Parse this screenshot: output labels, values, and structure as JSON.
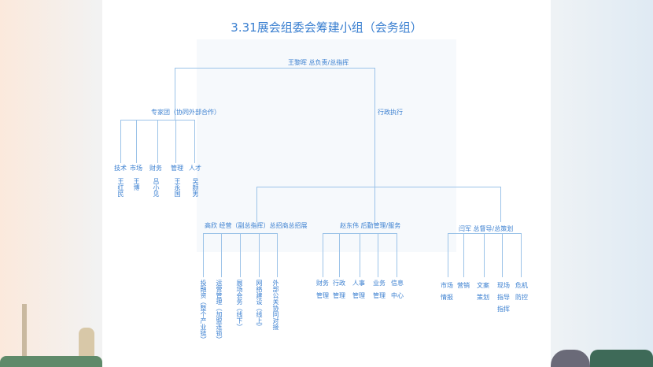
{
  "title": "3.31展会组委会筹建小组（会务组）",
  "root": "王黎晖  总负责/总指挥",
  "expert": {
    "label": "专家团（协同外部合作）",
    "items": [
      {
        "cat": "技术",
        "name": "王红民"
      },
      {
        "cat": "市场",
        "name": "王博"
      },
      {
        "cat": "财务",
        "name": "吕小见"
      },
      {
        "cat": "管理",
        "name": "王永国"
      },
      {
        "cat": "人才",
        "name": "吴颜男"
      }
    ]
  },
  "exec": "行政执行",
  "branch1": {
    "label": "高欣  经营（副总指挥）总招商总招展",
    "items": [
      "投融资（整个产业链）",
      "运营管理（加盟连锁）",
      "展场会务（线下）",
      "网络建设（线上）",
      "外部公关协同对接"
    ]
  },
  "branch2": {
    "label": "赵东伟  后勤管理/服务",
    "items": [
      [
        "财务",
        "管理"
      ],
      [
        "行政",
        "管理"
      ],
      [
        "人事",
        "管理"
      ],
      [
        "业务",
        "管理"
      ],
      [
        "信息",
        "中心"
      ]
    ]
  },
  "branch3": {
    "label": "闫军  总督导/总策划",
    "items": [
      [
        "市场",
        "情报"
      ],
      [
        "营销",
        ""
      ],
      [
        "文案",
        "策划"
      ],
      [
        "现场",
        "指导",
        "指挥"
      ],
      [
        "危机",
        "防控"
      ]
    ]
  },
  "colors": {
    "text": "#3a7fd0",
    "line": "#9cc3e8"
  }
}
